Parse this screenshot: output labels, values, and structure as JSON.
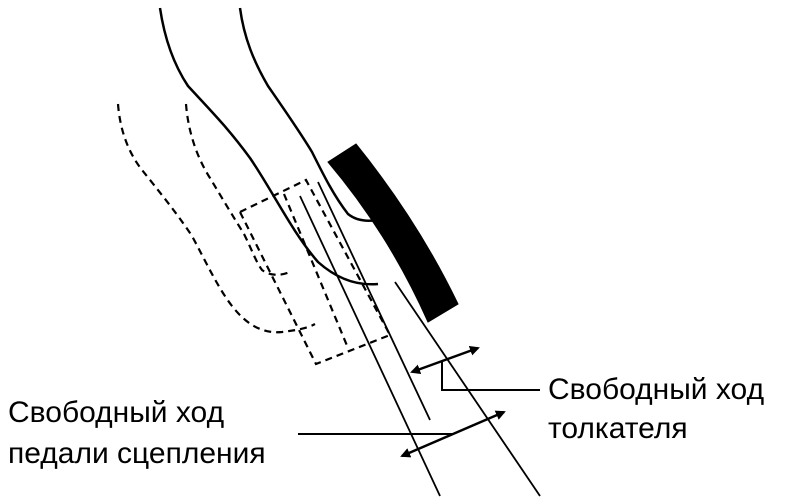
{
  "labels": {
    "pusher_free_play": [
      "Свободный ход",
      "толкателя"
    ],
    "pedal_free_play": [
      "Свободный ход",
      "педали сцепления"
    ]
  },
  "colors": {
    "ink": "#000000",
    "background": "#ffffff"
  }
}
